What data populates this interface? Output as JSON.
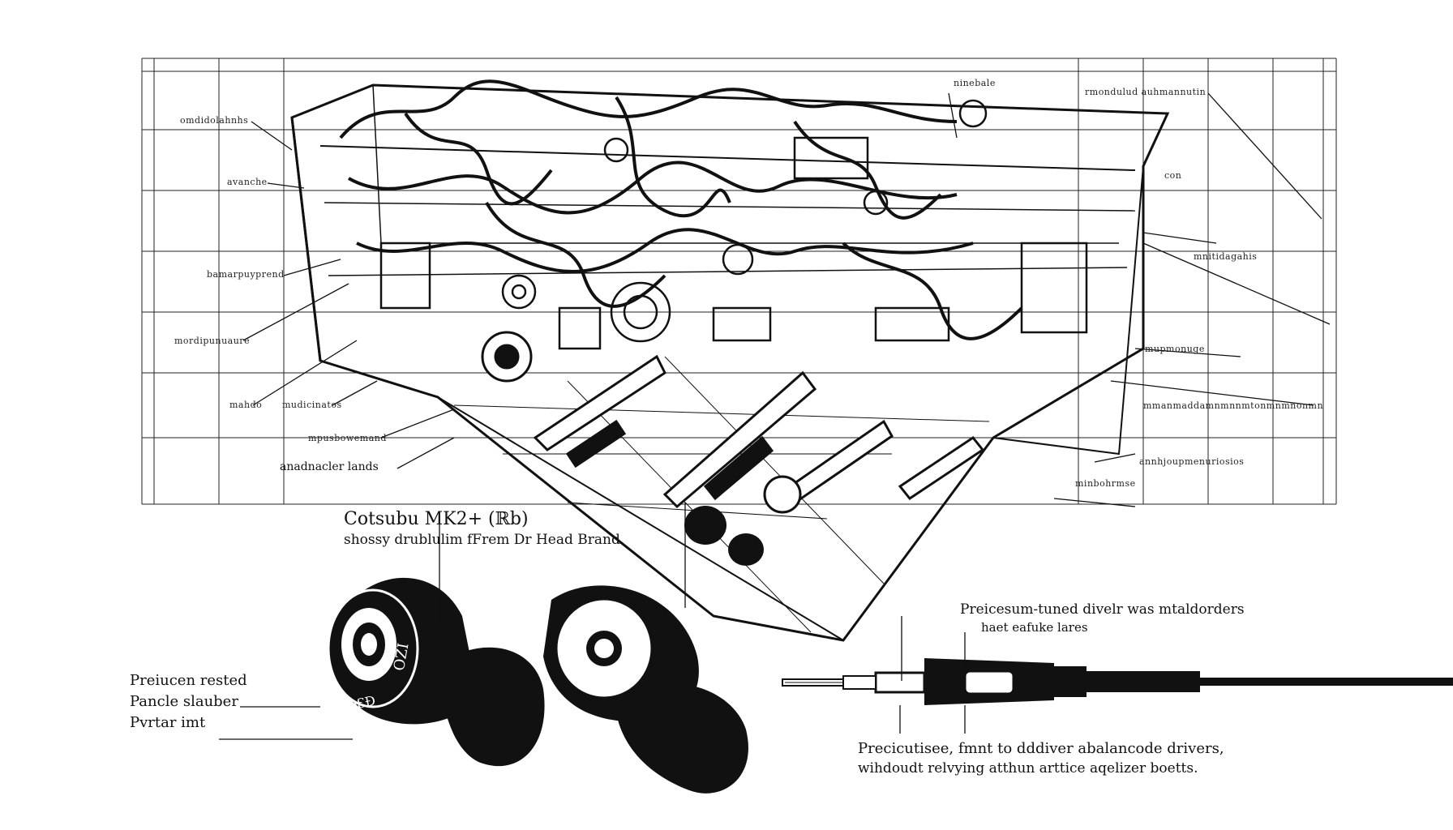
{
  "diagram": {
    "callouts_left": [
      "omdidolahnhs",
      "avanche",
      "bamarpuyprend",
      "mordipunuaure",
      "mahdo",
      "mudicinatos",
      "mpusbowemand",
      "anadnacler lands"
    ],
    "callouts_right": [
      "ninebale",
      "rmondulud auhmannutin",
      "con",
      "mnitidagahis",
      "mupmonuge",
      "mmanmaddamnmnnmtonmnmnonmn",
      "annhjoupmenuriosios",
      "minbohrmse"
    ],
    "product": {
      "title": "Cotsubu MK2+ (ℝb)",
      "subtitle": "shossy drublulim fFrem Dr Head Brand"
    },
    "earbud_left_notes": [
      "Preiucen rested",
      "Pancle slauber",
      "Pvrtar imt"
    ],
    "earbud_markings": [
      "OZI",
      "ƆƐƉ"
    ],
    "cable_note_top": [
      "Preicesum-tuned divelr was mtaldorders",
      "haet eafuke lares"
    ],
    "cable_note_bottom": [
      "Precicutisee, fmnt to dddiver abalancode drivers,",
      "wihdoudt relvying atthun arttice aqelizer boetts."
    ]
  }
}
